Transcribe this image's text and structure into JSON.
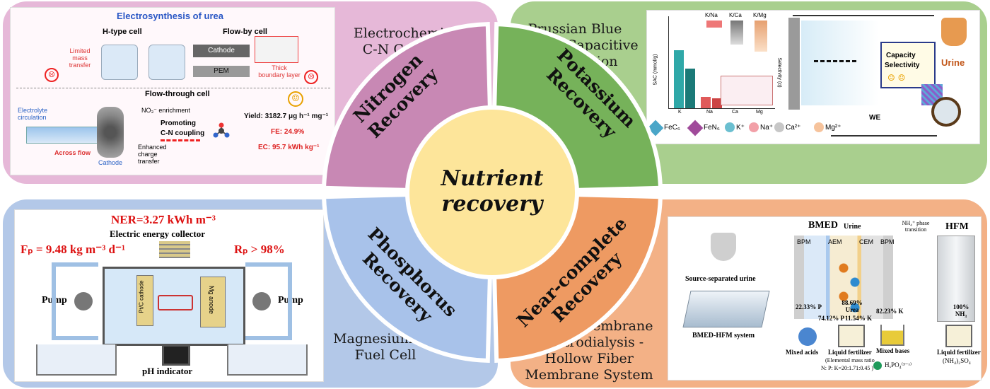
{
  "center": {
    "line1": "Nutrient",
    "line2": "recovery",
    "color": "#fde59a"
  },
  "sectors": {
    "nitrogen": {
      "line1": "Nitrogen",
      "line2": "Recovery",
      "color": "#c888b4"
    },
    "potassium": {
      "line1": "Potassium",
      "line2": "Recovery",
      "color": "#76b25a"
    },
    "phosphorus": {
      "line1": "Phosphorus",
      "line2": "Recovery",
      "color": "#a8c2ea"
    },
    "near_complete": {
      "line1": "Near-complete",
      "line2": "Recovery",
      "color": "#ee9a62"
    }
  },
  "panels": {
    "top_left": {
      "caption1": "Electrochemical",
      "caption2": "C-N Coupling",
      "fig": {
        "title": "Electrosynthesis of urea",
        "h_type": "H-type cell",
        "flow_by": "Flow-by cell",
        "cathode": "Cathode",
        "pem": "PEM",
        "limited_mass": "Limited mass transfer",
        "thick_boundary": "Thick boundary layer",
        "flow_through": "Flow-through cell",
        "electrolyte_circ": "Electrolyte circulation",
        "no3_enrich": "NO₃⁻ enrichment",
        "promoting": "Promoting",
        "cn_coupling": "C-N coupling",
        "enhanced": "Enhanced charge transfer",
        "across_flow": "Across flow",
        "cathode2": "Cathode",
        "yield": "Yield: 3182.7 μg h⁻¹ mg⁻¹",
        "fe": "FE: 24.9%",
        "ec": "EC: 95.7 kWh kg⁻¹"
      }
    },
    "top_right": {
      "caption1": "Prussian Blue",
      "caption2": "Hybrid Capacitive",
      "caption3": "Deionization",
      "fig": {
        "knа": "K/Na",
        "kca": "K/Ca",
        "kmg": "K/Mg",
        "ylabel_left": "SAC (mmol/g)",
        "ylabel_right": "Selectivity (α)",
        "xcats": [
          "K",
          "Na",
          "Ca",
          "Mg"
        ],
        "legend": [
          "FeC₆",
          "FeN₆",
          "K⁺",
          "Na⁺",
          "Ca²⁺",
          "Mg²⁺"
        ],
        "capacity": "Capacity",
        "selectivity": "Selectivity",
        "urine": "Urine",
        "we": "WE"
      }
    },
    "bottom_left": {
      "caption1": "Magnesium-Air",
      "caption2": "Fuel Cell",
      "fig": {
        "ner": "NER=3.27 kWh m⁻³",
        "collector": "Electric energy collector",
        "fp": "Fₚ = 9.48 kg m⁻³ d⁻¹",
        "rp": "Rₚ > 98%",
        "pump_left": "Pump",
        "pump_right": "Pump",
        "pt_cathode": "Pt/C cathode",
        "mg_anode": "Mg anode",
        "ph": "pH indicator"
      }
    },
    "bottom_right": {
      "caption1": "Bipolar Membrane",
      "caption2": "Electrodialysis -",
      "caption3": "Hollow Fiber",
      "caption4": "Membrane System",
      "fig": {
        "bmed": "BMED",
        "urine": "Urine",
        "hfm": "HFM",
        "nh4_phase": "NH₄⁺ phase transition",
        "bpm": "BPM",
        "aem": "AEM",
        "cem": "CEM",
        "bpm2": "BPM",
        "source": "Source-separated urine",
        "system": "BMED-HFM system",
        "p_pct": "22.33% P",
        "urea_pct": "88.69% Urea",
        "k_pct": "82.23% K",
        "p2": "74.12% P",
        "k2": "11.54% K",
        "nh_pct": "100% NH₃",
        "mixed_acids": "Mixed acids",
        "liquid_fert": "Liquid fertilizer",
        "elemental": "(Elemental mass ratio",
        "ratio": "N: P: K=20:1.71:0.45 )",
        "mixed_bases": "Mixed bases",
        "hxpo4": "HₓPO₄⁽³⁻ˣ⁾",
        "liquid_fert2": "Liquid fertilizer",
        "nh4so4": "(NH₄)₂SO₄"
      }
    }
  }
}
